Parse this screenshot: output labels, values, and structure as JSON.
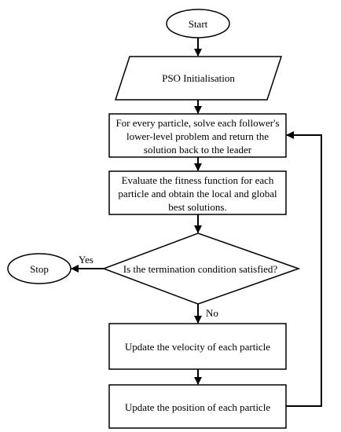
{
  "flowchart": {
    "start": "Start",
    "init": "PSO Initialisation",
    "solve_lines": [
      "For every particle, solve each follower's",
      "lower-level problem and return the",
      "solution back to the leader"
    ],
    "evaluate_lines": [
      "Evaluate the fitness function for each",
      "particle and obtain the local and global",
      "best solutions."
    ],
    "decision": "Is the termination condition satisfied?",
    "yes": "Yes",
    "no": "No",
    "stop": "Stop",
    "velocity": "Update the velocity of each particle",
    "position": "Update the position of each particle"
  },
  "colors": {
    "stroke": "#000000",
    "fill": "#ffffff"
  }
}
